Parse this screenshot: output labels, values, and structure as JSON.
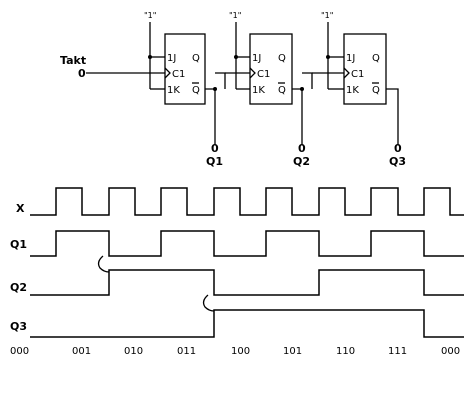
{
  "circuit": {
    "clock_label": "Takt",
    "clock_level": "0",
    "high_label": "\"1\"",
    "ff_labels": {
      "j": "1J",
      "c": "C1",
      "k": "1K",
      "q": "Q",
      "qn": "Q"
    },
    "outputs": [
      {
        "name": "Q1",
        "level": "0"
      },
      {
        "name": "Q2",
        "level": "0"
      },
      {
        "name": "Q3",
        "level": "0"
      }
    ]
  },
  "timing": {
    "signal_labels": [
      "X",
      "Q1",
      "Q2",
      "Q3"
    ],
    "states": [
      "000",
      "001",
      "010",
      "011",
      "100",
      "101",
      "110",
      "111",
      "000"
    ]
  }
}
